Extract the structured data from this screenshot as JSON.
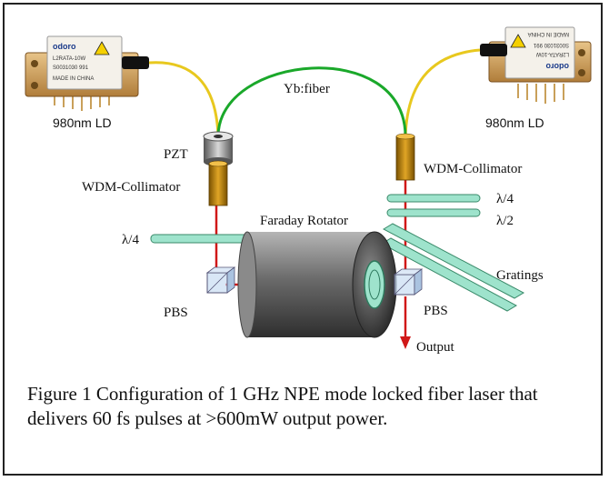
{
  "labels": {
    "ld_left": "980nm LD",
    "ld_right": "980nm LD",
    "fiber": "Yb:fiber",
    "pzt": "PZT",
    "wdm_left": "WDM-Collimator",
    "wdm_right": "WDM-Collimator",
    "faraday": "Faraday Rotator",
    "qwp_left": "λ/4",
    "qwp_right": "λ/4",
    "hwp_right": "λ/2",
    "gratings": "Gratings",
    "pbs_left": "PBS",
    "pbs_right": "PBS",
    "output": "Output"
  },
  "ld_chip_text": {
    "brand": "odoro",
    "model": "L2RATA-10W",
    "serial": "S0031030 991",
    "made": "MADE IN CHINA"
  },
  "colors": {
    "laser_beam": "#d01818",
    "fiber_green": "#1aa82a",
    "fiber_yellow": "#e8c81e",
    "waveplate": "#9ee3cc",
    "collimator": "#b8860b",
    "rotator_body": "#6c6c6c"
  },
  "caption": "Figure 1 Configuration of 1 GHz NPE mode locked fiber laser that delivers 60 fs pulses at >600mW output power."
}
